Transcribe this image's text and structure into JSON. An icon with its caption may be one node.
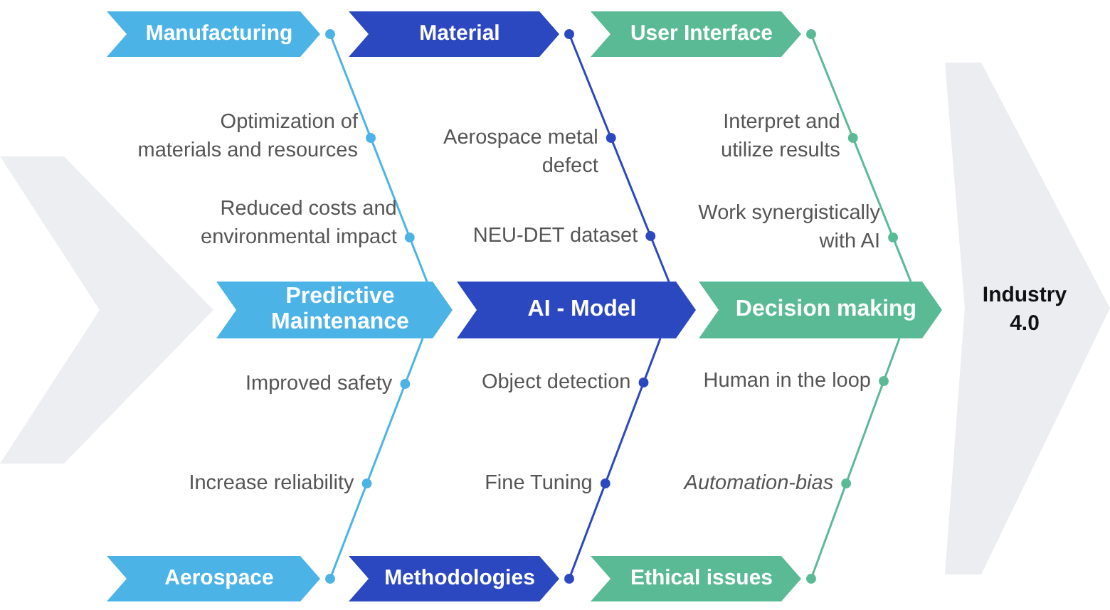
{
  "diagram": {
    "nodes": [
      {
        "text": [
          "Manufacturing"
        ]
      },
      {
        "text": [
          "Material"
        ]
      },
      {
        "text": [
          "User Interface"
        ]
      },
      {
        "text": [
          "Predictive Maintenance"
        ]
      },
      {
        "text": [
          "AI - Model"
        ]
      },
      {
        "text": [
          "Decision making"
        ]
      },
      {
        "text": [
          "Industry 4.0"
        ]
      },
      {
        "text": [
          "Aerospace"
        ]
      },
      {
        "text": [
          "Methodologies"
        ]
      },
      {
        "text": [
          "Ethical issues"
        ]
      }
    ],
    "edges": [
      {
        "from": 0,
        "to": 3,
        "arrow": "other",
        "color": "#4cb3e6"
      },
      {
        "from": 1,
        "to": 4,
        "arrow": "other",
        "color": "#2c48c0"
      },
      {
        "from": 2,
        "to": 5,
        "arrow": "other",
        "color": "#5bba96"
      },
      {
        "from": 7,
        "to": 3,
        "arrow": "other",
        "color": "#4cb3e6"
      },
      {
        "from": 8,
        "to": 4,
        "arrow": "other",
        "color": "#2c48c0"
      },
      {
        "from": 9,
        "to": 5,
        "arrow": "other",
        "color": "#5bba96"
      }
    ],
    "labels": [
      "Optimization of materials and resources",
      "Aerospace metal defect",
      "Interpret and utilize results",
      "Reduced costs and environmental impact",
      "NEU-DET dataset",
      "Work synergistically with AI",
      "Improved safety",
      "Object detection",
      "Human in the loop",
      "Increase reliability",
      "Fine Tuning",
      "Automation-bias"
    ]
  }
}
